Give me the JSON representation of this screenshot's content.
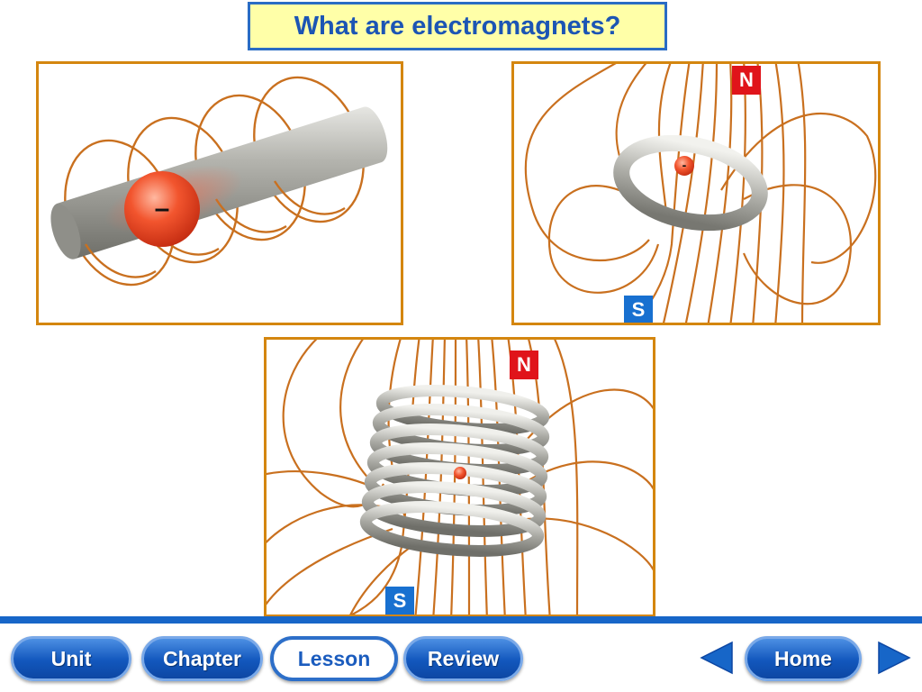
{
  "title": "What are electromagnets?",
  "panels": {
    "electron_on_wire": {
      "charge_label": "–"
    },
    "loop": {
      "north_label": "N",
      "south_label": "S",
      "charge_label": "-"
    },
    "coil": {
      "north_label": "N",
      "south_label": "S"
    }
  },
  "nav": {
    "unit_label": "Unit",
    "chapter_label": "Chapter",
    "lesson_label": "Lesson",
    "review_label": "Review",
    "home_label": "Home",
    "active_item": "Lesson"
  },
  "colors": {
    "title_text": "#1c55b4",
    "title_background": "#ffffa8",
    "panel_border": "#d4860f",
    "field_line": "#c9701f",
    "north_pole": "#e0141a",
    "south_pole": "#1870d0",
    "nav_blue": "#1766c8"
  },
  "icons": {
    "back": "left-arrow-icon",
    "forward": "right-arrow-icon"
  }
}
